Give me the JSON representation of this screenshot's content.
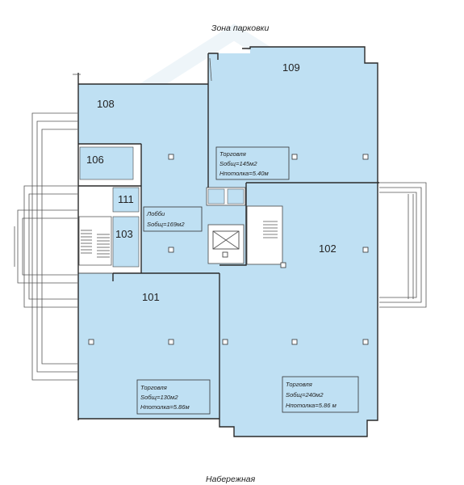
{
  "captions": {
    "top": "Зона парковки",
    "bottom": "Набережная"
  },
  "rooms": [
    {
      "id": "108",
      "label": "108"
    },
    {
      "id": "109",
      "label": "109"
    },
    {
      "id": "106",
      "label": "106"
    },
    {
      "id": "111",
      "label": "111"
    },
    {
      "id": "103",
      "label": "103"
    },
    {
      "id": "102",
      "label": "102"
    },
    {
      "id": "101",
      "label": "101"
    }
  ],
  "label_boxes": {
    "trade_top": {
      "line1": "Торговля",
      "line2": "Sобщ=145м2",
      "line3": "Нпотолка=5.40м"
    },
    "lobby": {
      "line1": "Лобби",
      "line2": "Sобщ=169м2"
    },
    "trade_101": {
      "line1": "Торговля",
      "line2": "Sобщ=130м2",
      "line3": "Нпотолка=5.86м"
    },
    "trade_102": {
      "line1": "Торговля",
      "line2": "Sобщ=240м2",
      "line3": "Нпотолка=5.86 м"
    }
  },
  "colors": {
    "room_fill": "#bfe0f3",
    "wall": "#2a2a2a"
  }
}
